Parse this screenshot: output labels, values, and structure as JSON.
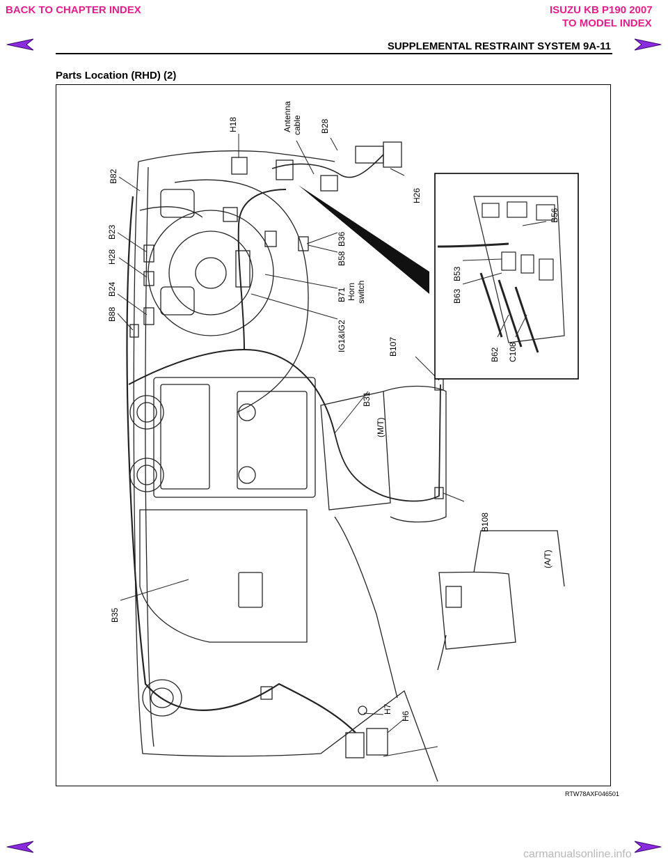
{
  "nav": {
    "back_chapter": "BACK TO CHAPTER INDEX",
    "model_title": "ISUZU KB P190 2007",
    "to_model_index": "TO MODEL INDEX"
  },
  "header": {
    "page_heading": "SUPPLEMENTAL RESTRAINT SYSTEM  9A-11"
  },
  "section": {
    "title": "Parts Location (RHD) (2)"
  },
  "figure": {
    "labels": {
      "antenna": "Antenna",
      "cable": "cable",
      "h18": "H18",
      "b28": "B28",
      "h26": "H26",
      "b82": "B82",
      "b23": "B23",
      "h28": "H28",
      "b24": "B24",
      "b88": "B88",
      "b36": "B36",
      "b58": "B58",
      "b71": "B71",
      "horn": "Horn",
      "switch": "switch",
      "ig": "IG1&IG2",
      "b107": "B107",
      "b31": "B31",
      "mt": "(M/T)",
      "b108": "B108",
      "at": "(A/T)",
      "b35": "B35",
      "h7": "H7",
      "h6": "H6",
      "b56": "B56",
      "b53": "B53",
      "b63": "B63",
      "b62": "B62",
      "c108": "C108"
    },
    "code": "RTW78AXF046501"
  },
  "footer": {
    "site": "carmanualsonline.info"
  },
  "colors": {
    "link": "#e0208a",
    "arrow_fill": "#8a2be2",
    "footer_text": "#b8b8b8"
  }
}
